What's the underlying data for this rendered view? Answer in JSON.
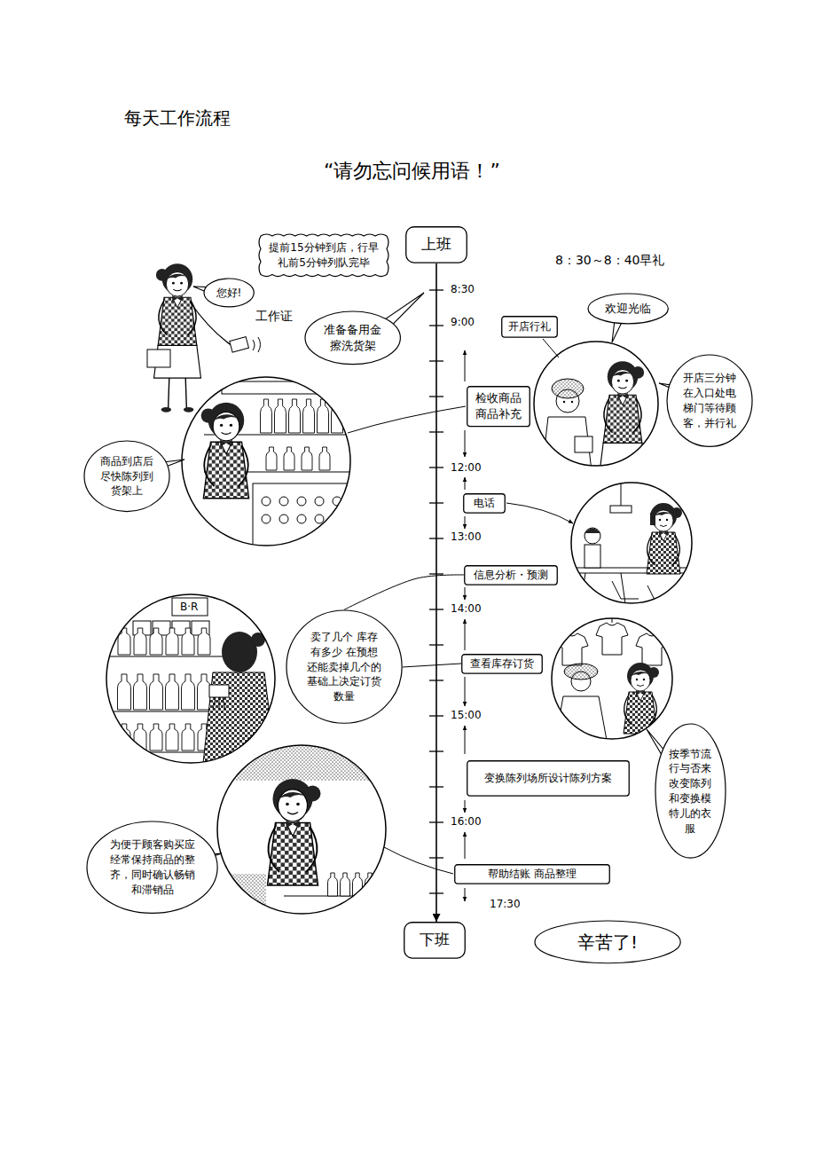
{
  "diagram": {
    "title": "每天工作流程",
    "nodes": [
      {
        "text": [
          "提前15分钟到店，行早礼前5分钟列队完毕"
        ]
      },
      {
        "text": [
          "上班"
        ]
      },
      {
        "text": [
          "您好!"
        ]
      },
      {
        "text": [
          "准备备用金 擦洗货架"
        ]
      },
      {
        "text": [
          "欢迎光临"
        ]
      },
      {
        "text": [
          "开店行礼"
        ]
      },
      {
        "text": [
          "开店三分钟在入口处电梯门等待顾客，并行礼"
        ]
      },
      {
        "text": [
          "检收商品 商品补充"
        ]
      },
      {
        "text": [
          "商品到店后尽快陈列到货架上"
        ]
      },
      {
        "text": [
          "电话"
        ]
      },
      {
        "text": [
          "信息分析・预测"
        ]
      },
      {
        "text": [
          "卖了几个 库存有多少 在预想还能卖掉几个的基础上决定订货数量"
        ]
      },
      {
        "text": [
          "查看库存订货"
        ]
      },
      {
        "text": [
          "变换陈列场所设计陈列方案"
        ]
      },
      {
        "text": [
          "按季节流行与否来改变陈列和变换模特儿的衣服"
        ]
      },
      {
        "text": [
          "为便于顾客购买应经常保持商品的整齐，同时确认畅销和滞销品"
        ]
      },
      {
        "text": [
          "帮助结账 商品整理"
        ]
      },
      {
        "text": [
          "下班"
        ]
      },
      {
        "text": [
          "辛苦了!"
        ]
      }
    ],
    "edges": [
      {
        "from": 1,
        "to": 17,
        "arrow": "to"
      },
      {
        "from": 10,
        "to": 11,
        "arrow": "none"
      },
      {
        "from": 12,
        "to": 11,
        "arrow": "none"
      }
    ],
    "labels": [
      "“请勿忘问候用语！”",
      "8：30～8：40早礼",
      "工作证",
      "8:30",
      "9:00",
      "12:00",
      "13:00",
      "14:00",
      "15:00",
      "16:00",
      "17:30",
      "B·R"
    ]
  }
}
